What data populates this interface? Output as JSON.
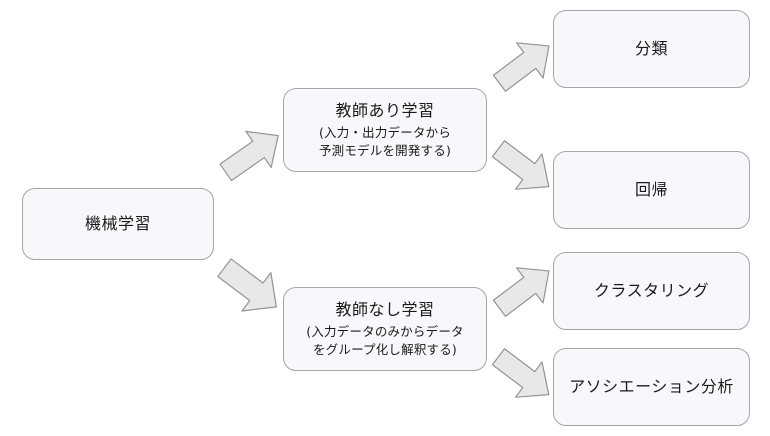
{
  "diagram": {
    "type": "flow-tree",
    "root": {
      "label": "機械学習"
    },
    "branches": [
      {
        "id": "supervised",
        "title": "教師あり学習",
        "sub_line1": "(入力・出力データから",
        "sub_line2": "予測モデルを開発する)",
        "children": [
          {
            "id": "classification",
            "label": "分類"
          },
          {
            "id": "regression",
            "label": "回帰"
          }
        ]
      },
      {
        "id": "unsupervised",
        "title": "教師なし学習",
        "sub_line1": "(入力データのみからデータ",
        "sub_line2": "をグループ化し解釈する)",
        "children": [
          {
            "id": "clustering",
            "label": "クラスタリング"
          },
          {
            "id": "association",
            "label": "アソシエーション分析"
          }
        ]
      }
    ],
    "connectors": [
      {
        "id": "root-to-supervised",
        "direction": "up-right"
      },
      {
        "id": "root-to-unsupervised",
        "direction": "down-right"
      },
      {
        "id": "supervised-to-classification",
        "direction": "up-right"
      },
      {
        "id": "supervised-to-regression",
        "direction": "down-right"
      },
      {
        "id": "unsupervised-to-clustering",
        "direction": "up-right"
      },
      {
        "id": "unsupervised-to-association",
        "direction": "down-right"
      }
    ],
    "colors": {
      "background": "#ffffff",
      "node_fill": "#f7f8fb",
      "node_border": "#a6a6a6",
      "arrow_fill": "#e8e8e8",
      "arrow_border": "#949494",
      "text": "#1a1a1a"
    }
  }
}
